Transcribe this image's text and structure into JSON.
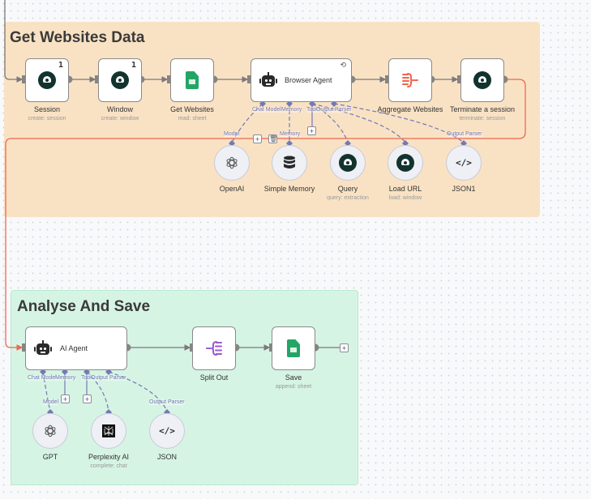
{
  "canvas": {
    "colors": {
      "sticky_orange": "#f9e2c4",
      "sticky_green": "#d6f4e4",
      "wire": "#7a7a7a",
      "wire_active": "#f0664f",
      "sub_port": "#7479b4"
    }
  },
  "groups": [
    {
      "title": "Get Websites Data"
    },
    {
      "title": "Analyse And Save"
    }
  ],
  "nodes": {
    "session": {
      "label": "Session",
      "sub": "create: session",
      "badge": "1",
      "icon": "n8n-browser-icon"
    },
    "window": {
      "label": "Window",
      "sub": "create: window",
      "badge": "1",
      "icon": "n8n-browser-icon"
    },
    "get_websites": {
      "label": "Get Websites",
      "sub": "read: sheet",
      "icon": "google-sheets-icon"
    },
    "browser_agent": {
      "label": "Browser Agent",
      "icon": "robot-icon",
      "refresh": "⟲",
      "ports": [
        "Chat Model",
        "Memory",
        "Tool",
        "Output Parser"
      ]
    },
    "aggregate": {
      "label": "Aggregate Websites",
      "icon": "aggregate-icon"
    },
    "terminate": {
      "label": "Terminate a session",
      "sub": "terminate: session",
      "icon": "n8n-browser-icon"
    },
    "openai": {
      "label": "OpenAI",
      "port_label": "Model",
      "icon": "openai-icon"
    },
    "simple_memory": {
      "label": "Simple Memory",
      "port_label": "Memory",
      "icon": "database-icon"
    },
    "query": {
      "label": "Query",
      "sub": "query: extraction",
      "icon": "n8n-browser-icon"
    },
    "load_url": {
      "label": "Load URL",
      "sub": "load: window",
      "icon": "n8n-browser-icon"
    },
    "json1": {
      "label": "JSON1",
      "port_label": "Output Parser",
      "icon": "code-icon"
    },
    "ai_agent": {
      "label": "AI Agent",
      "icon": "robot-icon",
      "ports": [
        "Chat Model",
        "Memory",
        "Tool",
        "Output Parser"
      ]
    },
    "split_out": {
      "label": "Split Out",
      "icon": "split-out-icon"
    },
    "save": {
      "label": "Save",
      "sub": "append: sheet",
      "icon": "google-sheets-icon"
    },
    "gpt": {
      "label": "GPT",
      "port_label": "Model",
      "icon": "openai-icon"
    },
    "perplexity": {
      "label": "Perplexity AI",
      "sub": "complete: chat",
      "icon": "perplexity-icon"
    },
    "json": {
      "label": "JSON",
      "port_label": "Output Parser",
      "icon": "code-icon"
    }
  },
  "controls": {
    "plus": "+",
    "trash": "🗑"
  }
}
